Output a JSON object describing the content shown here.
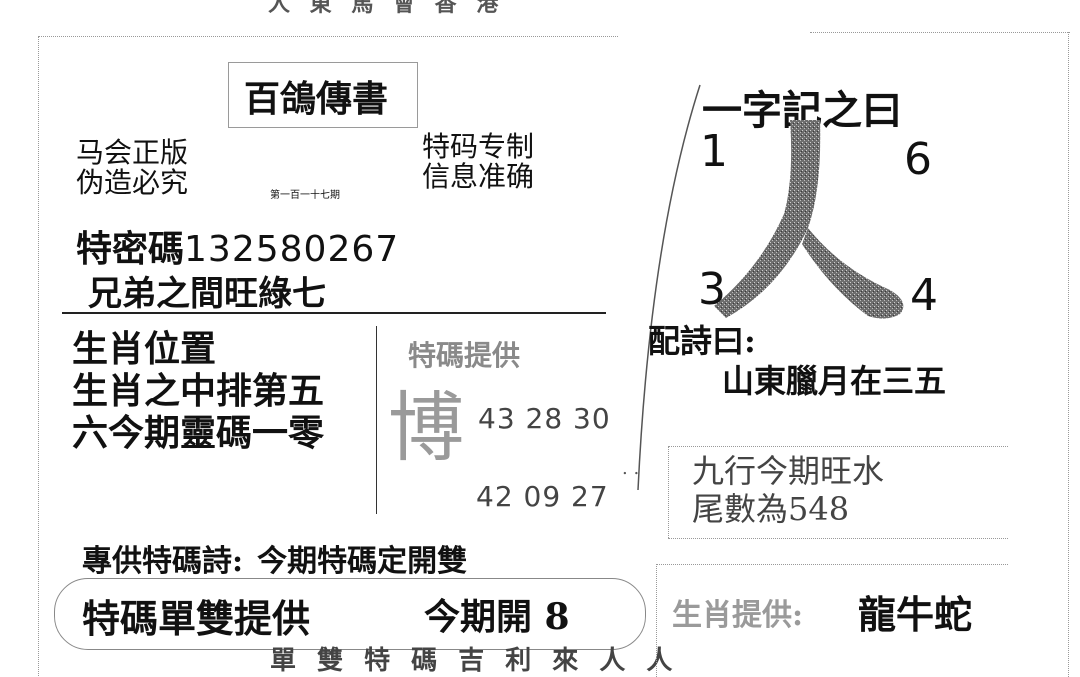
{
  "header": {
    "cut_text": "人 東 馬 會 香 港",
    "title": "百鴿傳書",
    "issue": "第一百一十七期"
  },
  "left_notes": {
    "line1": "马会正版",
    "line2": "伪造必究"
  },
  "right_notes": {
    "line1": "特码专制",
    "line2": "信息准确"
  },
  "secret_code": {
    "label": "特密碼",
    "digits": "132580267"
  },
  "brothers": "兄弟之間旺綠七",
  "zodiac_position": {
    "line1": "生肖位置",
    "line2": "生肖之中排第五",
    "line3": "六今期靈碼一零"
  },
  "provide": {
    "title": "特碼提供",
    "big_char": "博",
    "row1": "43 28 30",
    "row2": "42 09 27"
  },
  "poem_line": {
    "label": "專供特碼詩:",
    "text": "今期特碼定開雙"
  },
  "single_double": {
    "label": "特碼單雙提供",
    "value": "今期開 8",
    "cut": "單 雙 特 碼 吉 利 來 人 人"
  },
  "riddle": {
    "title": "一字記之曰",
    "num_top_left": "1",
    "num_top_right": "6",
    "num_bottom_left": "3",
    "num_bottom_right": "4",
    "big_char": "人"
  },
  "poem_pair": {
    "label": "配詩曰:",
    "text": "山東臘月在三五"
  },
  "five_elements": {
    "line1": "九行今期旺水",
    "line2": "尾數為548"
  },
  "zodiac_provide": {
    "label": "生肖提供:",
    "value": "龍牛蛇"
  }
}
